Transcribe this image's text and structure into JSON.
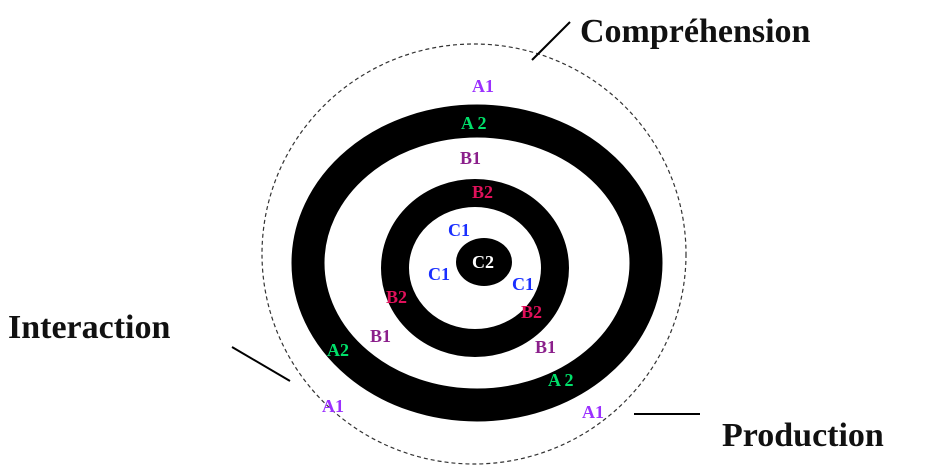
{
  "labels": {
    "comprehension": "Compréhension",
    "interaction": "Interaction",
    "production": "Production"
  },
  "levels": {
    "a1": "A1",
    "a2": "A2",
    "a2_spaced": "A 2",
    "b1": "B1",
    "b2": "B2",
    "c1": "C1",
    "c2": "C2"
  },
  "colors": {
    "ring": "#000000",
    "a1": "#9b30ff",
    "a2": "#00e06a",
    "b1": "#8b1f8b",
    "b2": "#e0105a",
    "c1": "#1a2fff",
    "c2": "#ffffff",
    "outline": "#333333"
  }
}
